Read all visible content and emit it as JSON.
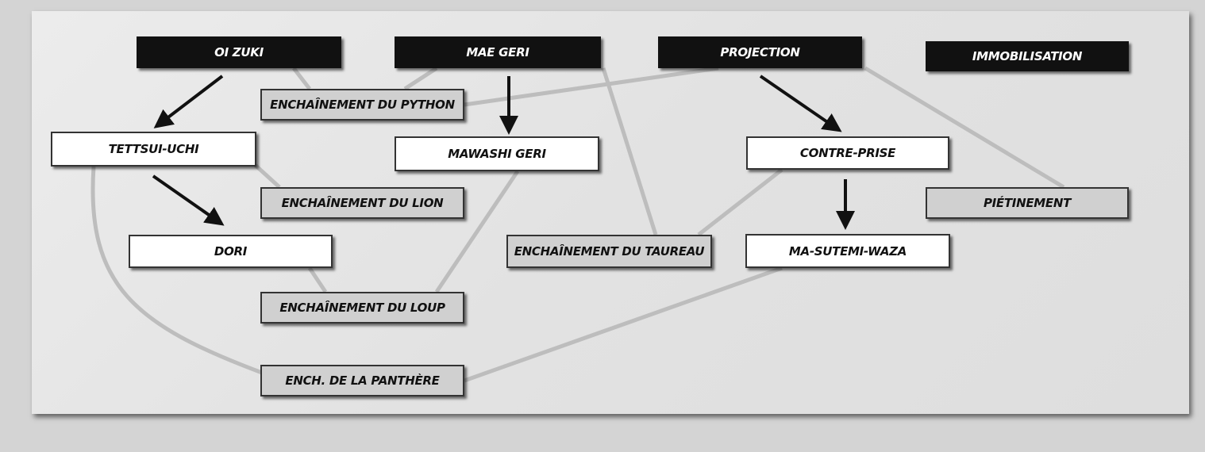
{
  "diagram": {
    "nodes": [
      {
        "id": "oi-zuki",
        "label": "OI ZUKI",
        "kind": "category"
      },
      {
        "id": "mae-geri",
        "label": "MAE GERI",
        "kind": "category"
      },
      {
        "id": "projection",
        "label": "PROJECTION",
        "kind": "category"
      },
      {
        "id": "immobilisation",
        "label": "IMMOBILISATION",
        "kind": "category"
      },
      {
        "id": "python",
        "label": "ENCHAÎNEMENT DU PYTHON",
        "kind": "combo"
      },
      {
        "id": "tettsui-uchi",
        "label": "TETTSUI-UCHI",
        "kind": "technique"
      },
      {
        "id": "mawashi-geri",
        "label": "MAWASHI GERI",
        "kind": "technique"
      },
      {
        "id": "contre-prise",
        "label": "CONTRE-PRISE",
        "kind": "technique"
      },
      {
        "id": "lion",
        "label": "ENCHAÎNEMENT DU LION",
        "kind": "combo"
      },
      {
        "id": "pietinement",
        "label": "PIÉTINEMENT",
        "kind": "combo"
      },
      {
        "id": "dori",
        "label": "DORI",
        "kind": "technique"
      },
      {
        "id": "taureau",
        "label": "ENCHAÎNEMENT DU TAUREAU",
        "kind": "combo"
      },
      {
        "id": "ma-sutemi-waza",
        "label": "MA-SUTEMI-WAZA",
        "kind": "technique"
      },
      {
        "id": "loup",
        "label": "ENCHAÎNEMENT DU LOUP",
        "kind": "combo"
      },
      {
        "id": "panthere",
        "label": "ENCH. DE LA PANTHÈRE",
        "kind": "combo"
      }
    ],
    "arrows": [
      {
        "from": "oi-zuki",
        "to": "tettsui-uchi"
      },
      {
        "from": "tettsui-uchi",
        "to": "dori"
      },
      {
        "from": "mae-geri",
        "to": "mawashi-geri"
      },
      {
        "from": "projection",
        "to": "contre-prise"
      },
      {
        "from": "contre-prise",
        "to": "ma-sutemi-waza"
      }
    ],
    "links": [
      {
        "from": "oi-zuki",
        "to": "python"
      },
      {
        "from": "mae-geri",
        "to": "python"
      },
      {
        "from": "projection",
        "to": "python"
      },
      {
        "from": "mae-geri",
        "to": "taureau"
      },
      {
        "from": "projection",
        "to": "pietinement"
      },
      {
        "from": "tettsui-uchi",
        "to": "lion"
      },
      {
        "from": "mawashi-geri",
        "to": "loup"
      },
      {
        "from": "contre-prise",
        "to": "taureau"
      },
      {
        "from": "dori",
        "to": "loup"
      },
      {
        "from": "tettsui-uchi",
        "to": "panthere"
      },
      {
        "from": "ma-sutemi-waza",
        "to": "panthere"
      }
    ],
    "colors": {
      "link": "#bdbdbd",
      "arrow": "#111111",
      "category": "#111111",
      "combo": "#d0d0d0",
      "technique": "#ffffff"
    }
  }
}
